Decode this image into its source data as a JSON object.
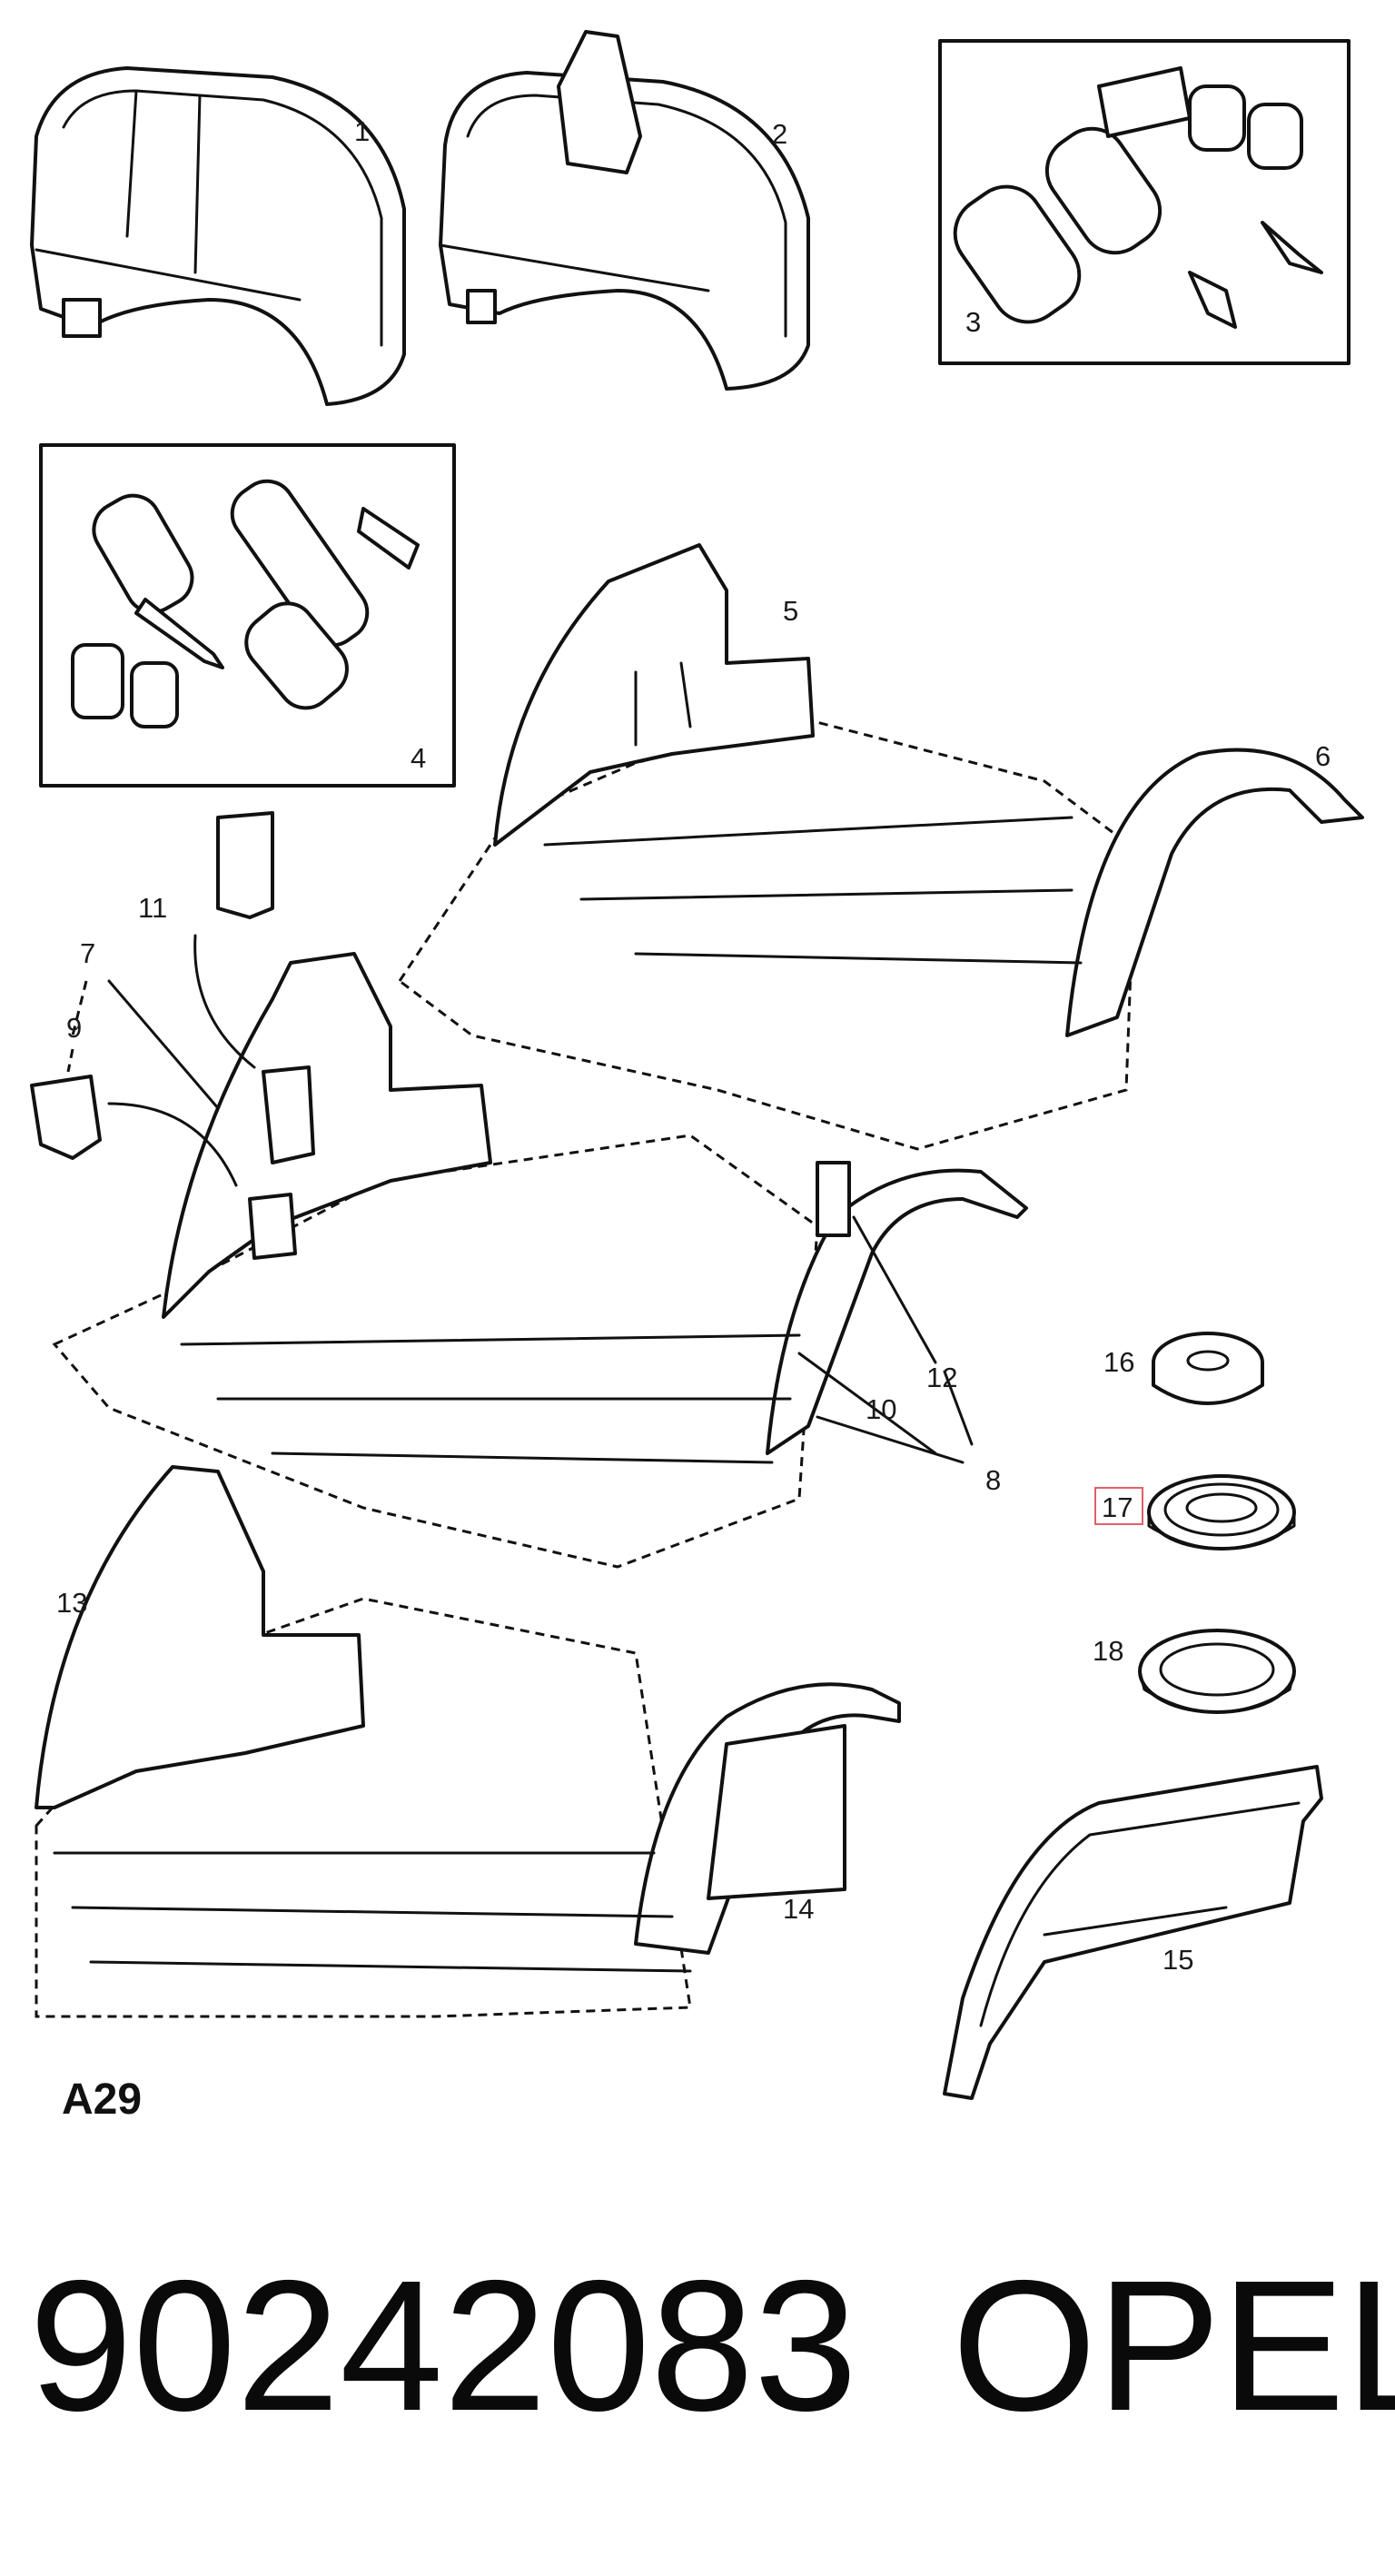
{
  "parts": [
    {
      "id": "1",
      "label": "1"
    },
    {
      "id": "2",
      "label": "2"
    },
    {
      "id": "3",
      "label": "3"
    },
    {
      "id": "4",
      "label": "4"
    },
    {
      "id": "5",
      "label": "5"
    },
    {
      "id": "6",
      "label": "6"
    },
    {
      "id": "7",
      "label": "7"
    },
    {
      "id": "8",
      "label": "8"
    },
    {
      "id": "9",
      "label": "9"
    },
    {
      "id": "10",
      "label": "10"
    },
    {
      "id": "11",
      "label": "11"
    },
    {
      "id": "12",
      "label": "12"
    },
    {
      "id": "13",
      "label": "13"
    },
    {
      "id": "14",
      "label": "14"
    },
    {
      "id": "15",
      "label": "15"
    },
    {
      "id": "16",
      "label": "16"
    },
    {
      "id": "17",
      "label": "17",
      "highlighted": true
    },
    {
      "id": "18",
      "label": "18"
    }
  ],
  "diagram_code": "A29",
  "highlight_color": "#e0606a",
  "part_number": "90242083",
  "brand": "OPEL"
}
